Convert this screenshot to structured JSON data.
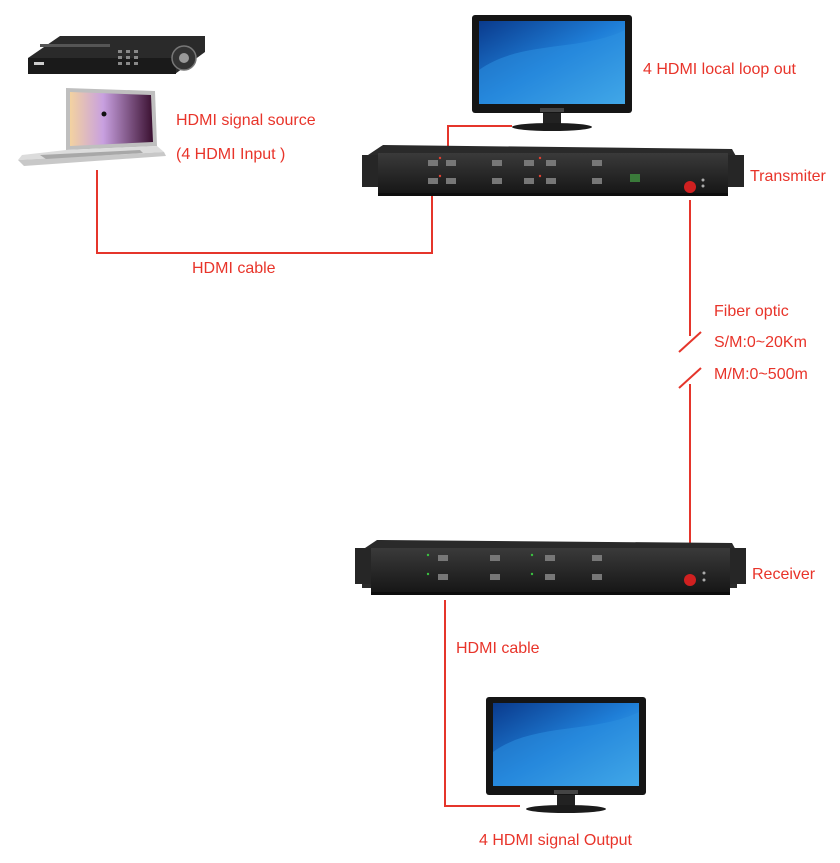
{
  "colors": {
    "label": "#e8342a",
    "cable": "#e5352b",
    "device": "#1d1d1d"
  },
  "labels": {
    "local_loop": "4 HDMI local loop out",
    "signal_source_line1": "HDMI signal source",
    "signal_source_line2": "(4 HDMI Input )",
    "transmitter": "Transmiter",
    "hdmi_cable_top": "HDMI cable",
    "fiber_title": "Fiber optic",
    "fiber_sm": "S/M:0~20Km",
    "fiber_mm": "M/M:0~500m",
    "receiver": "Receiver",
    "hdmi_cable_bottom": "HDMI cable",
    "signal_output": "4 HDMI signal Output"
  },
  "icons": {
    "dvr": "dvr-recorder-icon",
    "laptop": "laptop-icon",
    "monitor_top": "monitor-icon",
    "transmitter": "rack-transmitter-icon",
    "receiver": "rack-receiver-icon",
    "monitor_bottom": "monitor-icon"
  }
}
